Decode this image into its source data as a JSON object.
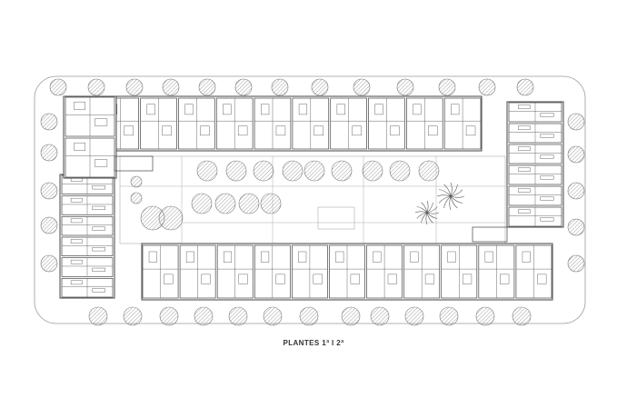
{
  "caption": "PLANTES 1ª I 2ª",
  "colors": {
    "line": "#444444",
    "light_line": "#9a9a9a",
    "tree_hatch": "#8a8a8a",
    "background": "#ffffff"
  },
  "icons": {
    "tree": "hatched-circle",
    "palm": "star-burst"
  }
}
